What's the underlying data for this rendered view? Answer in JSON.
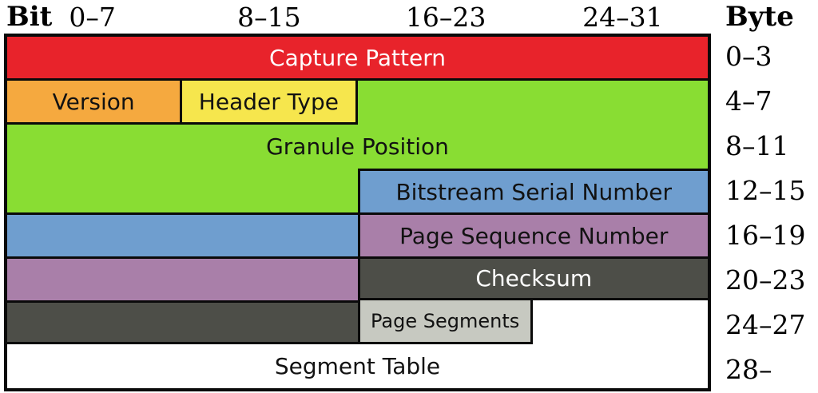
{
  "colors": {
    "red": "#e8232b",
    "orange": "#f5a93f",
    "yellow": "#f6e64d",
    "green": "#89dd33",
    "blue": "#6f9ecf",
    "purple": "#a97fa9",
    "dark": "#4d4e48",
    "lightgray": "#c7c9c1",
    "border": "#0a0a0a",
    "text_dark": "#121212",
    "text_light": "#ffffff"
  },
  "bit_header": {
    "title": "Bit",
    "columns": [
      "0–7",
      "8–15",
      "16–23",
      "24–31"
    ]
  },
  "byte_header": {
    "title": "Byte",
    "rows": [
      "0–3",
      "4–7",
      "8–11",
      "12–15",
      "16–19",
      "20–23",
      "24–27",
      "28–"
    ]
  },
  "fields": {
    "capture_pattern": "Capture Pattern",
    "version": "Version",
    "header_type": "Header Type",
    "granule_position": "Granule Position",
    "bitstream_serial_number": "Bitstream Serial Number",
    "page_sequence_number": "Page Sequence Number",
    "checksum": "Checksum",
    "page_segments": "Page Segments",
    "segment_table": "Segment Table"
  }
}
